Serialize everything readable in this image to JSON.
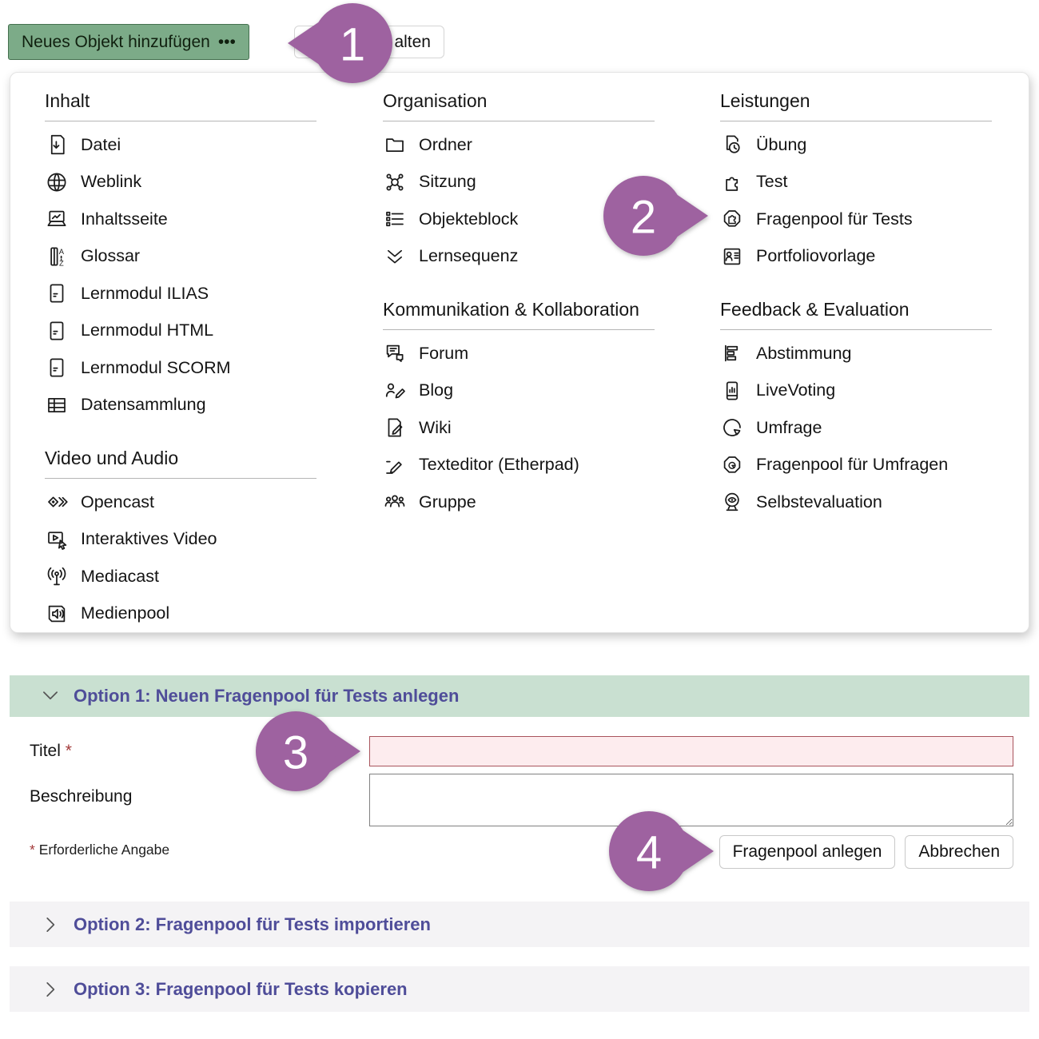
{
  "toolbar": {
    "add_object_label": "Neues Objekt hinzufügen",
    "add_object_caret": "•••",
    "secondary_button_visible_label": "alten"
  },
  "menu": {
    "columns": [
      {
        "sections": [
          {
            "title": "Inhalt",
            "items": [
              {
                "label": "Datei",
                "icon": "file"
              },
              {
                "label": "Weblink",
                "icon": "globe"
              },
              {
                "label": "Inhaltsseite",
                "icon": "content-page"
              },
              {
                "label": "Glossar",
                "icon": "glossary"
              },
              {
                "label": "Lernmodul ILIAS",
                "icon": "learning-module"
              },
              {
                "label": "Lernmodul HTML",
                "icon": "learning-module"
              },
              {
                "label": "Lernmodul SCORM",
                "icon": "learning-module"
              },
              {
                "label": "Datensammlung",
                "icon": "data-table"
              }
            ]
          },
          {
            "title": "Video und Audio",
            "items": [
              {
                "label": "Opencast",
                "icon": "opencast"
              },
              {
                "label": "Interaktives Video",
                "icon": "interactive-video"
              },
              {
                "label": "Mediacast",
                "icon": "broadcast"
              },
              {
                "label": "Medienpool",
                "icon": "media-pool"
              }
            ]
          }
        ]
      },
      {
        "sections": [
          {
            "title": "Organisation",
            "items": [
              {
                "label": "Ordner",
                "icon": "folder"
              },
              {
                "label": "Sitzung",
                "icon": "session"
              },
              {
                "label": "Objekteblock",
                "icon": "item-block"
              },
              {
                "label": "Lernsequenz",
                "icon": "sequence"
              }
            ]
          },
          {
            "title": "Kommunikation & Kollabo­ration",
            "items": [
              {
                "label": "Forum",
                "icon": "forum"
              },
              {
                "label": "Blog",
                "icon": "blog"
              },
              {
                "label": "Wiki",
                "icon": "wiki"
              },
              {
                "label": "Texteditor (Etherpad)",
                "icon": "text-editor"
              },
              {
                "label": "Gruppe",
                "icon": "group"
              }
            ]
          },
          {
            "title": "",
            "items": []
          }
        ]
      },
      {
        "sections": [
          {
            "title": "Leistungen",
            "items": [
              {
                "label": "Übung",
                "icon": "exercise"
              },
              {
                "label": "Test",
                "icon": "puzzle"
              },
              {
                "label": "Fragenpool für Tests",
                "icon": "question-pool-test"
              },
              {
                "label": "Portfoliovorlage",
                "icon": "portfolio"
              }
            ]
          },
          {
            "title": "Feedback & Evaluation",
            "items": [
              {
                "label": "Abstimmung",
                "icon": "poll"
              },
              {
                "label": "LiveVoting",
                "icon": "live-voting"
              },
              {
                "label": "Umfrage",
                "icon": "survey"
              },
              {
                "label": "Fragenpool für Umfragen",
                "icon": "question-pool-survey"
              },
              {
                "label": "Selbstevaluation",
                "icon": "self-evaluation"
              }
            ]
          }
        ]
      }
    ]
  },
  "form": {
    "section_title": "Option 1: Neuen Fragenpool für Tests anlegen",
    "fields": [
      {
        "label": "Titel",
        "required": true,
        "value": ""
      },
      {
        "label": "Beschreibung",
        "required": false,
        "value": ""
      }
    ],
    "required_marker": "*",
    "required_note": "Erforderliche Angabe",
    "buttons": {
      "submit": "Fragenpool anlegen",
      "cancel": "Abbrechen"
    }
  },
  "accordion_sections": [
    {
      "title": "Option 2: Fragenpool für Tests importieren"
    },
    {
      "title": "Option 3: Fragenpool für Tests kopieren"
    }
  ],
  "callouts": [
    {
      "label": "1"
    },
    {
      "label": "2"
    },
    {
      "label": "3"
    },
    {
      "label": "4"
    }
  ],
  "colors": {
    "accent_green_button": "#7cab88",
    "option1_header_bg": "#c9e0d1",
    "accordion_bg": "#f4f3f5",
    "heading_purple": "#4f4d99",
    "callout_purple": "#9e62a0",
    "error_field_bg": "#fdecee",
    "error_field_border": "#a8545c",
    "required_red": "#a33a3a"
  }
}
